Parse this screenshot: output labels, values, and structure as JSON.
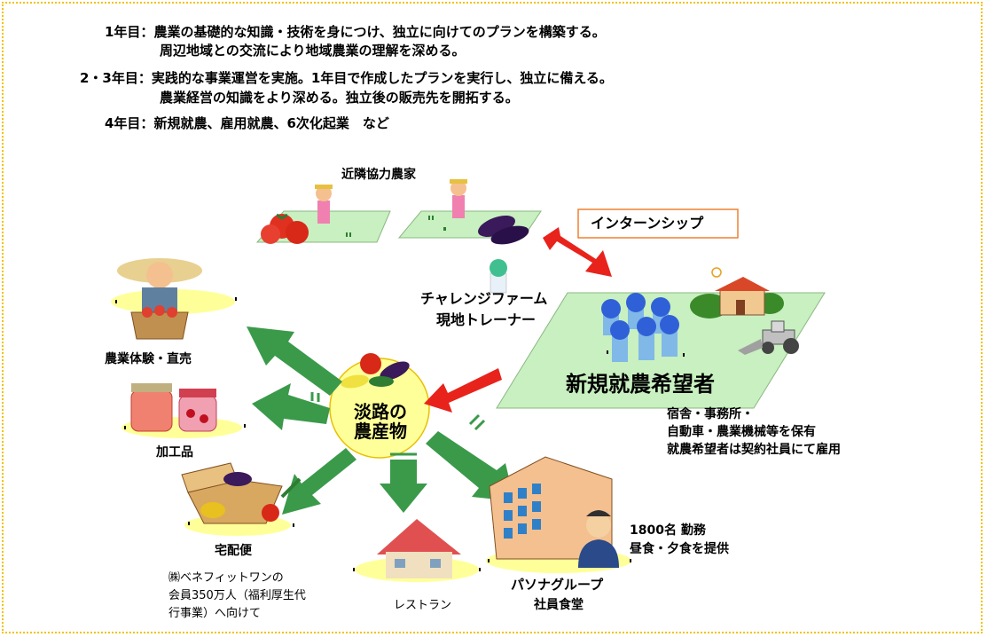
{
  "plan": {
    "year1": {
      "label": "1年目：",
      "line1": "農業の基礎的な知識・技術を身につけ、独立に向けてのプランを構築する。",
      "line2": "周辺地域との交流により地域農業の理解を深める。"
    },
    "year23": {
      "label": "2・3年目：",
      "line1": "実践的な事業運営を実施。1年目で作成したプランを実行し、独立に備える。",
      "line2": "農業経営の知識をより深める。独立後の販売先を開拓する。"
    },
    "year4": {
      "label": "4年目：",
      "line1": "新規就農、雇用就農、6次化起業　など"
    }
  },
  "diagram": {
    "neighbor_farms": "近隣協力農家",
    "internship": "インターンシップ",
    "challenge_farm_line1": "チャレンジファーム",
    "challenge_farm_line2": "現地トレーナー",
    "newcomer": "新規就農希望者",
    "facilities_line1": "宿舎・事務所・",
    "facilities_line2": "自動車・農業機械等を保有",
    "facilities_line3": "就農希望者は契約社員にて雇用",
    "center_line1": "淡路の",
    "center_line2": "農産物",
    "experience": "農業体験・直売",
    "processed": "加工品",
    "delivery": "宅配便",
    "delivery_note_line1": "㈱ベネフィットワンの",
    "delivery_note_line2": "会員350万人（福利厚生代",
    "delivery_note_line3": "行事業）へ向けて",
    "restaurant": "レストラン",
    "cafeteria_line1": "パソナグループ",
    "cafeteria_line2": "社員食堂",
    "staff_line1": "1800名 勤務",
    "staff_line2": "昼食・夕食を提供"
  },
  "colors": {
    "arrow_green": "#3a9a4a",
    "arrow_red": "#e8231c",
    "field_green": "#c8f0c0",
    "center_yellow": "#ffff99",
    "border_yellow": "#f2c200",
    "internship_border": "#f08030"
  }
}
